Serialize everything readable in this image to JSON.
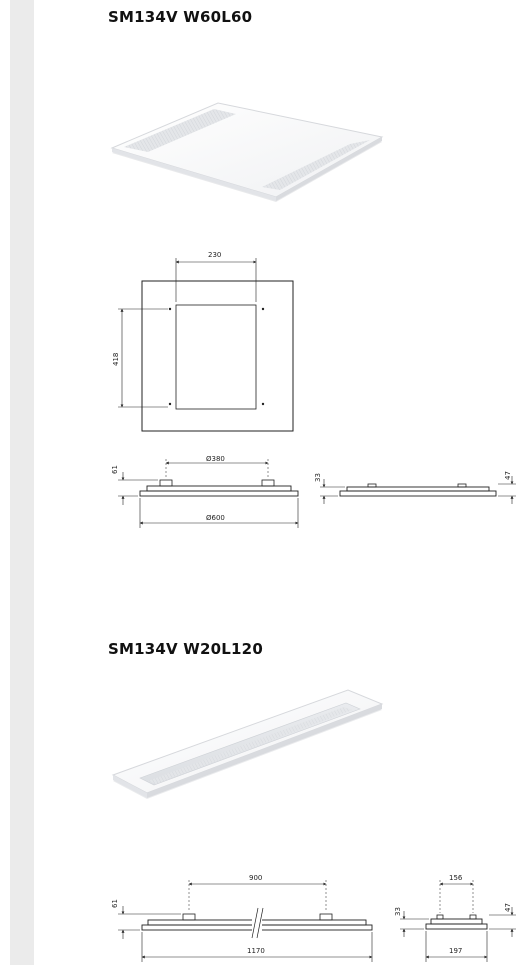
{
  "products": [
    {
      "title": "SM134V W60L60",
      "dims": {
        "top_width": "230",
        "top_height": "418",
        "side_inner_diameter": "Ø380",
        "side_outer_diameter": "Ø600",
        "side_height_left": "61",
        "side_height_mid": "33",
        "side_height_right": "47"
      }
    },
    {
      "title": "SM134V W20L120",
      "dims": {
        "inner_length": "900",
        "outer_length": "1170",
        "height_left": "61",
        "height_mid": "33",
        "height_right": "47",
        "inner_width": "156",
        "outer_width": "197"
      }
    }
  ]
}
